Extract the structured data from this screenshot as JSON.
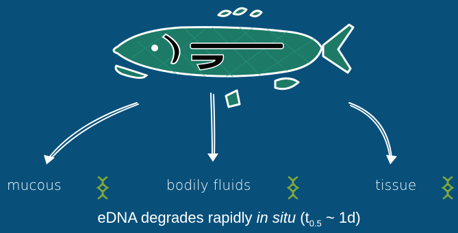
{
  "sources": [
    {
      "label": "mucous",
      "icon": "dna-icon"
    },
    {
      "label": "bodily fluids",
      "icon": "dna-icon"
    },
    {
      "label": "tissue",
      "icon": "dna-icon"
    }
  ],
  "caption": {
    "prefix": "eDNA degrades rapidly ",
    "emphasis": "in situ",
    "open": " (t",
    "subscript": "0.5",
    "suffix": " ~ 1d)"
  },
  "colors": {
    "background": "#08507a",
    "fish_fill": "#1c7a66",
    "outline": "#ffffff",
    "dna": "#7fa83a"
  }
}
